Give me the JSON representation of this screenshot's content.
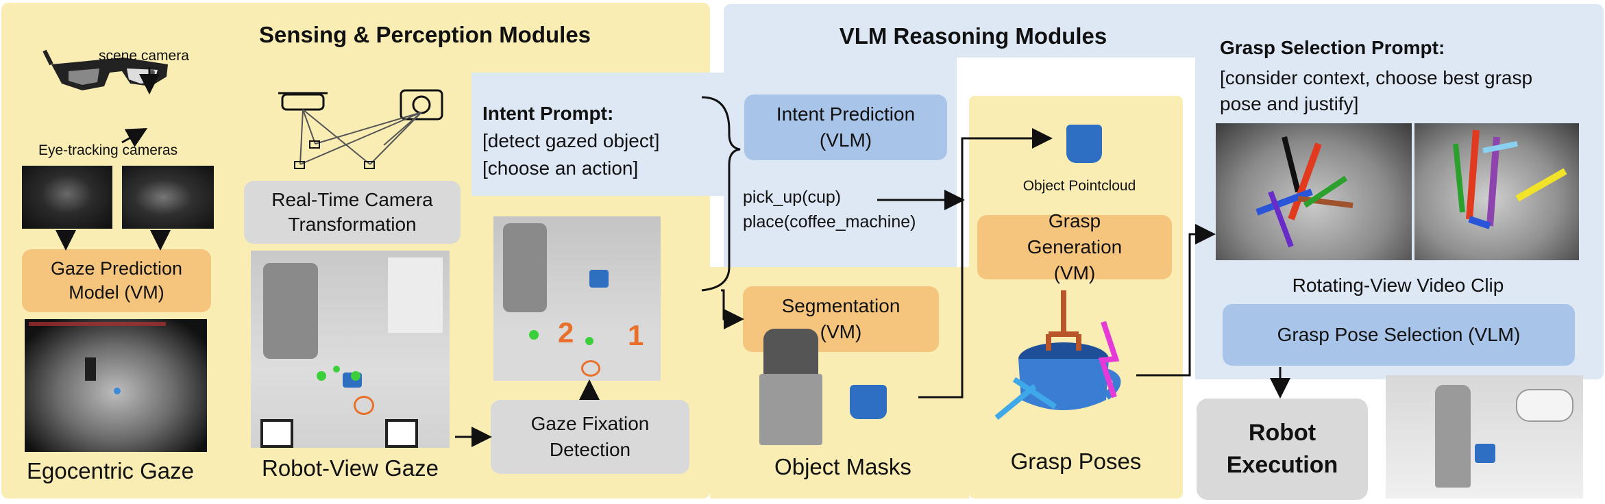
{
  "panels": {
    "sensing_title": "Sensing & Perception Modules",
    "vlm_title": "VLM Reasoning Modules"
  },
  "ego": {
    "scene_camera_label": "scene camera",
    "eye_tracking_label": "Eye-tracking cameras",
    "gaze_model": "Gaze Prediction Model (VM)",
    "caption": "Egocentric Gaze"
  },
  "robot_view": {
    "transform_box": "Real-Time Camera Transformation",
    "caption": "Robot-View Gaze",
    "fixation_labels": [
      "2",
      "1"
    ]
  },
  "fixation": {
    "box": "Gaze Fixation Detection"
  },
  "intent": {
    "prompt_title": "Intent Prompt:",
    "prompt_line1": "[detect gazed object]",
    "prompt_line2": "[choose an action]",
    "prediction_box": "Intent Prediction (VLM)",
    "action1": "pick_up(cup)",
    "action2": "place(coffee_machine)"
  },
  "segmentation": {
    "box": "Segmentation (VM)",
    "caption": "Object Masks"
  },
  "grasp": {
    "pointcloud_label": "Object Pointcloud",
    "generation_box": "Grasp Generation (VM)",
    "caption": "Grasp Poses"
  },
  "selection": {
    "prompt_title": "Grasp Selection Prompt:",
    "prompt_line1": "[consider context, choose best grasp",
    "prompt_line2": "pose and justify]",
    "video_caption": "Rotating-View Video Clip",
    "selection_box": "Grasp Pose Selection (VLM)"
  },
  "execution": {
    "box_line1": "Robot",
    "box_line2": "Execution"
  },
  "colors": {
    "yellow_panel": "#f9edb4",
    "blue_panel": "#dde8f4",
    "orange_box": "#f5c57e",
    "gray_box": "#d9d9d9",
    "blue_box": "#a8c4e8",
    "fixation_orange": "#e8702a",
    "gaze_green": "#3ccf3c"
  }
}
